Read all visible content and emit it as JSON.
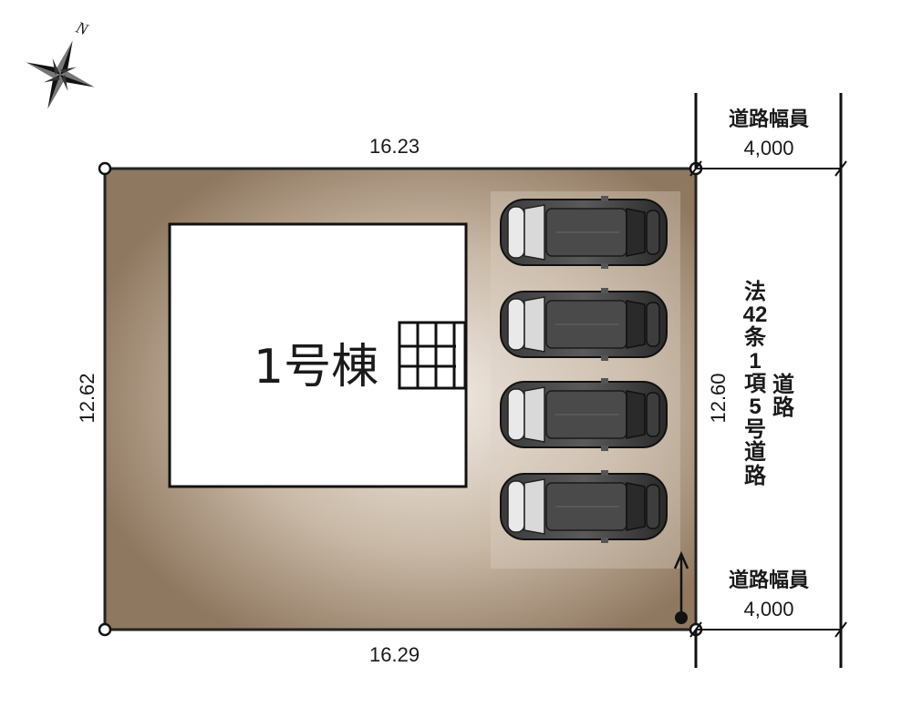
{
  "compass": {
    "north_label": "N",
    "icon": "compass-rose-icon"
  },
  "lot": {
    "top_length": "16.23",
    "bottom_length": "16.29",
    "left_length": "12.62",
    "right_length": "12.60",
    "fill_color": "#8f7860"
  },
  "building": {
    "label": "1号棟",
    "icon": "stair-grid-icon"
  },
  "parking": {
    "car_count": 4,
    "icon": "car-icon"
  },
  "road": {
    "width_top": {
      "label": "道路幅員",
      "value": "4,000"
    },
    "width_bottom": {
      "label": "道路幅員",
      "value": "4,000"
    },
    "type_chars": [
      "法",
      "42",
      "条",
      "1",
      "項",
      "5",
      "号",
      "道",
      "路"
    ],
    "name_chars": [
      "道",
      "路"
    ]
  }
}
